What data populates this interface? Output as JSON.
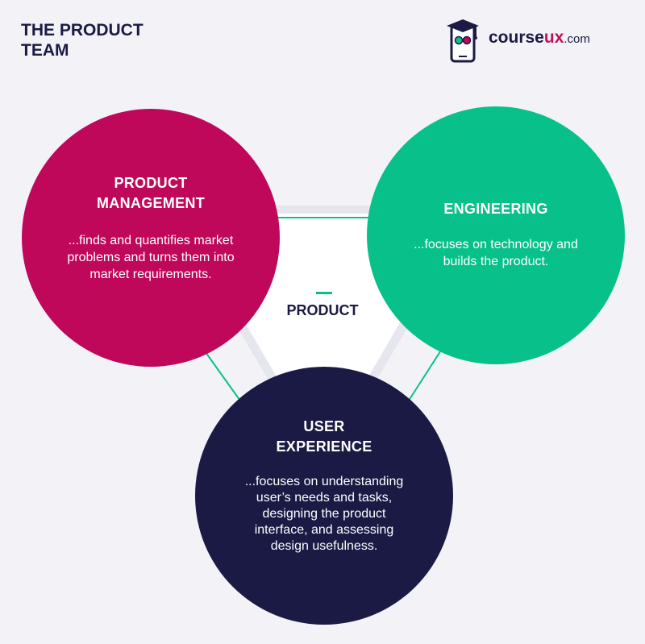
{
  "header": {
    "title_line1": "THE PRODUCT",
    "title_line2": "TEAM"
  },
  "logo": {
    "icon": "graduation-cap-phone-icon",
    "name_part1": "course",
    "name_part2": "ux",
    "name_part3": ".com"
  },
  "diagram": {
    "center_label": "PRODUCT",
    "nodes": [
      {
        "title_line1": "PRODUCT",
        "title_line2": "MANAGEMENT",
        "description": "...finds and quantifies market problems and turns them into market requirements.",
        "color": "#c0085b"
      },
      {
        "title_line1": "ENGINEERING",
        "description": "...focuses on technology and builds the product.",
        "color": "#08c18a"
      },
      {
        "title_line1": "USER",
        "title_line2": "EXPERIENCE",
        "description": "...focuses on understanding user’s needs and tasks, designing the product interface, and assessing design usefulness.",
        "color": "#1a1a45"
      }
    ]
  },
  "colors": {
    "background": "#f3f3f7",
    "navy": "#1a1a45",
    "magenta": "#c0085b",
    "green": "#08c18a"
  }
}
